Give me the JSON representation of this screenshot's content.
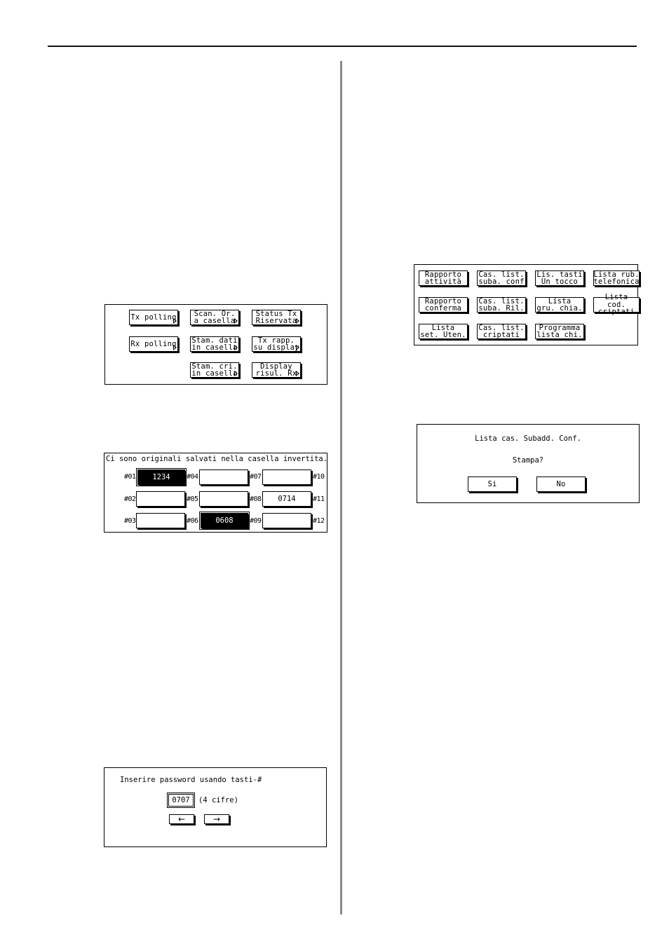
{
  "polling_menu": {
    "buttons": [
      {
        "label": "Tx polling"
      },
      {
        "label": "Scan. Or.\na casella"
      },
      {
        "label": "Status Tx\nRiservata"
      },
      {
        "label": "Rx polling"
      },
      {
        "label": "Stam. dati\nin casella"
      },
      {
        "label": "Tx rapp.\nsu display"
      },
      {
        "label": "Stam. cri.\nin casella"
      },
      {
        "label": "Display\nrisul. Rx"
      }
    ]
  },
  "mailbox_screen": {
    "message": "Ci sono originali salvati nella casella invertita.",
    "labels": [
      "#01",
      "#02",
      "#03",
      "#04",
      "#05",
      "#06",
      "#07",
      "#08",
      "#09",
      "#10",
      "#11",
      "#12"
    ],
    "slots": [
      {
        "value": "1234",
        "selected": true
      },
      {
        "value": "",
        "selected": false
      },
      {
        "value": "",
        "selected": false
      },
      {
        "value": "",
        "selected": false
      },
      {
        "value": "",
        "selected": false
      },
      {
        "value": "0608",
        "selected": true
      },
      {
        "value": "",
        "selected": false
      },
      {
        "value": "0714",
        "selected": false
      },
      {
        "value": "",
        "selected": false
      }
    ]
  },
  "password_screen": {
    "message": "Inserire password usando tasti-#",
    "value": "0707",
    "hint": "(4 cifre)",
    "left_arrow": "←",
    "right_arrow": "→"
  },
  "report_menu": {
    "buttons": [
      {
        "label": "Rapporto\nattività"
      },
      {
        "label": "Cas. list.\nsuba. conf"
      },
      {
        "label": "Lis. tasti\nUn tocco"
      },
      {
        "label": "Lista rub.\ntelefonica"
      },
      {
        "label": "Rapporto\nconferma"
      },
      {
        "label": "Cas. list.\nsuba. Ril."
      },
      {
        "label": "Lista\ngru. chia."
      },
      {
        "label": "Lista cod.\ncriptati"
      },
      {
        "label": "Lista\nset. Uten."
      },
      {
        "label": "Cas. list.\ncriptati"
      },
      {
        "label": "Programma\nlista chi."
      }
    ]
  },
  "confirm_dialog": {
    "title": "Lista cas. Subadd. Conf.",
    "question": "Stampa?",
    "yes_label": "Si",
    "no_label": "No"
  }
}
